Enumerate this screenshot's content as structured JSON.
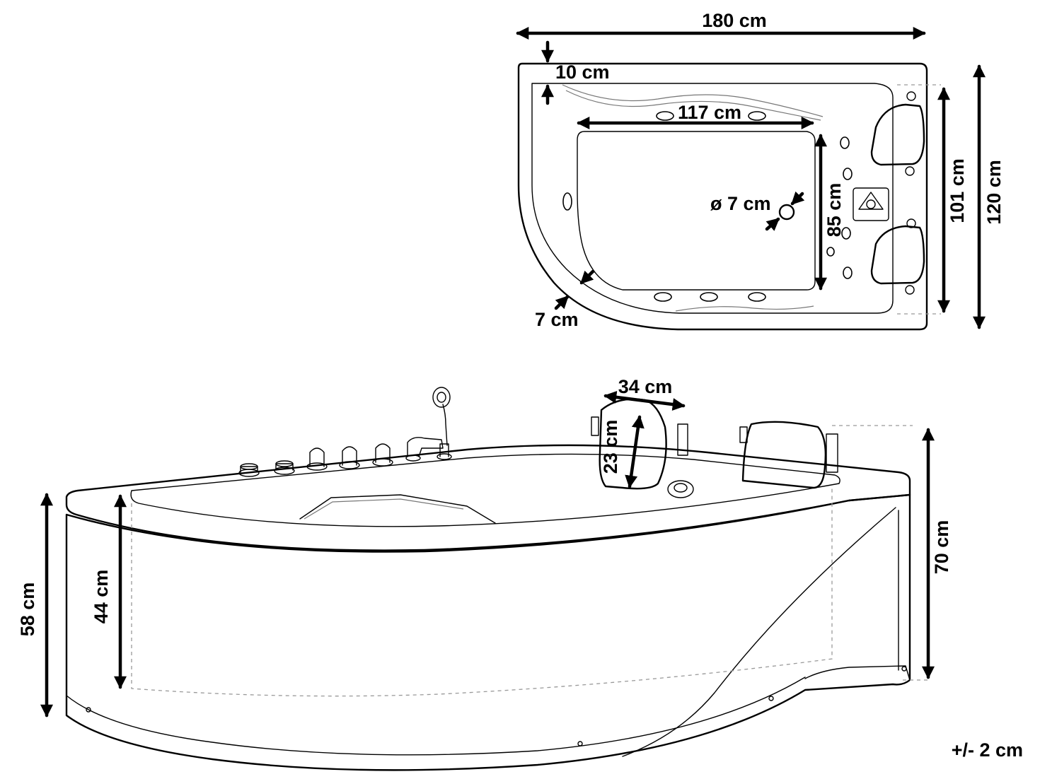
{
  "top_view": {
    "width_label": "180 cm",
    "rim_label": "10 cm",
    "inner_length_label": "117 cm",
    "inner_width_label": "85 cm",
    "drain_label": "ø 7 cm",
    "wall_label": "7 cm",
    "depth_label": "101 cm",
    "total_depth_label": "120 cm"
  },
  "side_view": {
    "headrest_width_label": "34 cm",
    "headrest_height_label": "23 cm",
    "total_height_label": "70 cm",
    "outer_height_label": "58 cm",
    "inner_depth_label": "44 cm"
  },
  "tolerance_label": "+/- 2 cm",
  "colors": {
    "line": "#000000",
    "background": "#ffffff",
    "hidden_line": "#999999"
  }
}
